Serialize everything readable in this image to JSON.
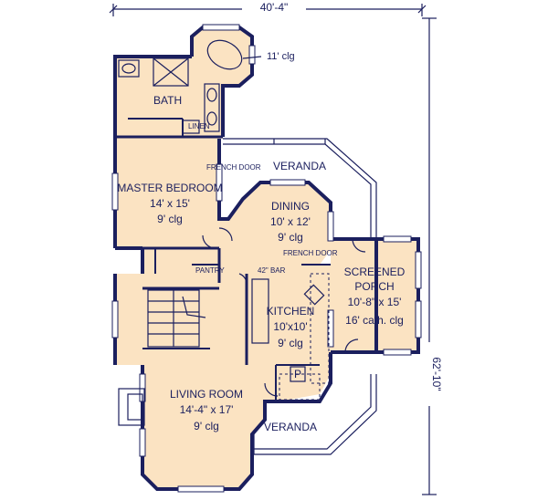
{
  "overall": {
    "width": "40'-4\"",
    "depth": "62'-10\""
  },
  "turret": {
    "ceiling": "11' clg"
  },
  "bath": {
    "name": "BATH",
    "linen": "LINEN"
  },
  "master_bedroom": {
    "name": "MASTER BEDROOM",
    "size": "14' x 15'",
    "ceiling": "9' clg",
    "door": "FRENCH DOOR"
  },
  "veranda_top": "VERANDA",
  "dining": {
    "name": "DINING",
    "size": "10' x 12'",
    "ceiling": "9' clg",
    "door": "FRENCH DOOR"
  },
  "pantry": "PANTRY",
  "bar": "42\" BAR",
  "kitchen": {
    "name": "KITCHEN",
    "size": "10'x10'",
    "ceiling": "9' clg",
    "p": "P"
  },
  "porch": {
    "name1": "SCREENED",
    "name2": "PORCH",
    "size": "10'-8\" x 15'",
    "ceiling": "16' cath. clg"
  },
  "living_room": {
    "name": "LIVING ROOM",
    "size": "14'-4\" x 17'",
    "ceiling": "9' clg"
  },
  "veranda_bottom": "VERANDA",
  "colors": {
    "floor": "#fbe3c2",
    "line": "#1b1f5e",
    "background": "#ffffff"
  }
}
